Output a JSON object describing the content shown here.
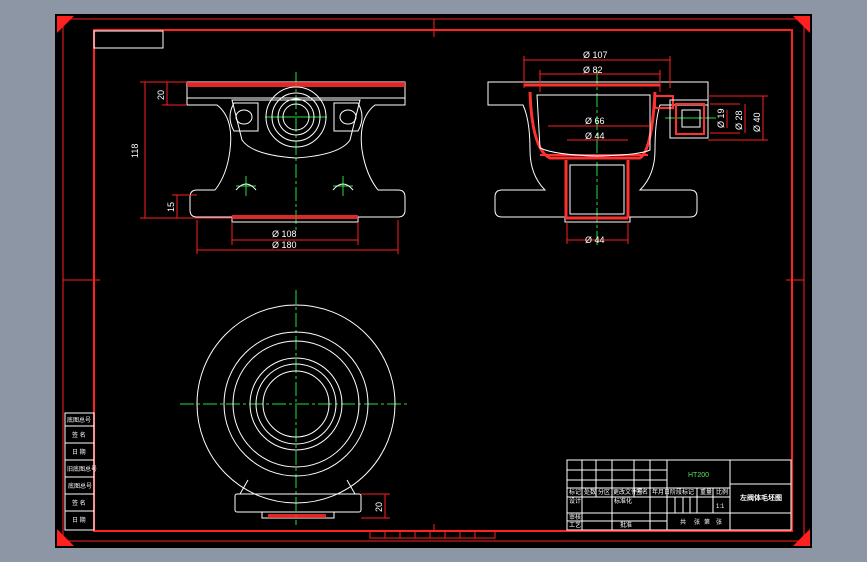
{
  "colors": {
    "background": "#8c96a4",
    "sheet": "#000000",
    "border": "#ff2020",
    "outline": "#ffffff",
    "centerline": "#20e040",
    "dimension": "#ff2020",
    "section": "#ff3030"
  },
  "front_view": {
    "dims": {
      "height_total": "118",
      "flange_top": "20",
      "flange_bottom": "15",
      "inner_dia": "Ø 108",
      "outer_dia": "Ø 180"
    }
  },
  "side_view": {
    "dims": {
      "top_outer": "Ø 107",
      "top_inner": "Ø 82",
      "mid_dia": "Ø 66",
      "neck_dia": "Ø 44",
      "bottom_dia": "Ø 44",
      "port_inner": "Ø 19",
      "port_mid": "Ø 28",
      "port_outer": "Ø 40"
    }
  },
  "top_view": {
    "dims": {
      "foot_height": "20"
    }
  },
  "side_column": [
    "底图总号",
    "签 名",
    "日 期",
    "旧底图总号",
    "底图总号",
    "签 名",
    "日 期"
  ],
  "title_block": {
    "material": "HT200",
    "drawing_name": "左阀体毛坯图",
    "row_labels": [
      "标记",
      "处数",
      "分区",
      "更改文件号",
      "签名",
      "年月日"
    ],
    "design_labels": [
      "设计",
      "标准化"
    ],
    "stage_labels": [
      "阶段标记",
      "重量",
      "比例"
    ],
    "scale": "1:1",
    "review_labels": [
      "审核",
      "工艺"
    ],
    "approve_label": "批准",
    "sheet_info": [
      "共",
      "张",
      "第",
      "张"
    ]
  }
}
